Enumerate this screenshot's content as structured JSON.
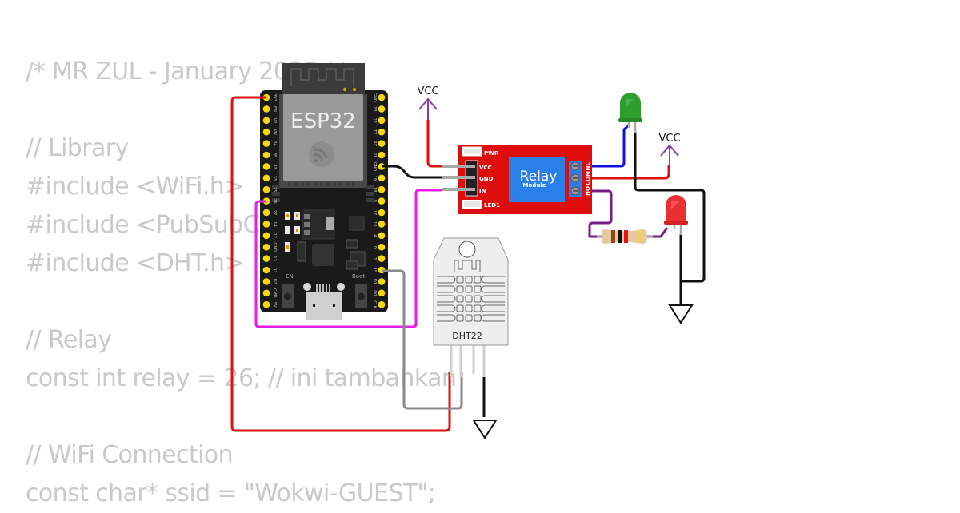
{
  "code_lines": [
    "/* MR ZUL - January 2025 */",
    "",
    "// Library",
    "#include <WiFi.h>",
    "#include <PubSubClient.h>",
    "#include <DHT.h>",
    "",
    "// Relay",
    "const int relay = 26; // ini tambahkan",
    "",
    "// WiFi Connection",
    "const char* ssid = \"Wokwi-GUEST\";"
  ],
  "esp32": {
    "label": "ESP32",
    "left_pins": [
      "3V3",
      "EN",
      "VP",
      "VN",
      "34",
      "35",
      "32",
      "33",
      "25",
      "26",
      "27",
      "14",
      "12",
      "GND",
      "13",
      "D2",
      "D3",
      "CMD",
      "5V"
    ],
    "right_pins": [
      "GND",
      "23",
      "22",
      "TX",
      "RX",
      "21",
      "GND",
      "19",
      "18",
      "5",
      "17",
      "16",
      "4",
      "0",
      "2",
      "15",
      "D1",
      "D0",
      "CLK"
    ],
    "button_en": "EN",
    "button_boot": "Boot"
  },
  "relay": {
    "title": "Relay",
    "subtitle": "Module",
    "pins": [
      "VCC",
      "GND",
      "IN"
    ],
    "led_pwr": "PWR",
    "led1": "LED1",
    "terminals": [
      "NC",
      "COM",
      "NO"
    ]
  },
  "dht": {
    "label": "DHT22"
  },
  "power_symbols": {
    "vcc1": "VCC",
    "vcc2": "VCC"
  },
  "resistor_bands": [
    "#8b4a1c",
    "#111111",
    "#ee1111",
    "#f0d060"
  ],
  "colors": {
    "wire_red": "#e01010",
    "wire_black": "#111111",
    "wire_magenta": "#e81ce8",
    "wire_gray": "#8a8a8a",
    "wire_blue": "#1010e0",
    "wire_purple": "#7a1a8a",
    "vcc_arrow": "#8a3aaa",
    "led_green": "#2e9e2e",
    "led_red": "#e83030",
    "relay_board": "#dd0d0d",
    "relay_body": "#2a80e8",
    "esp32_board": "#1a1a1a",
    "pin_yellow": "#f5d90a"
  }
}
